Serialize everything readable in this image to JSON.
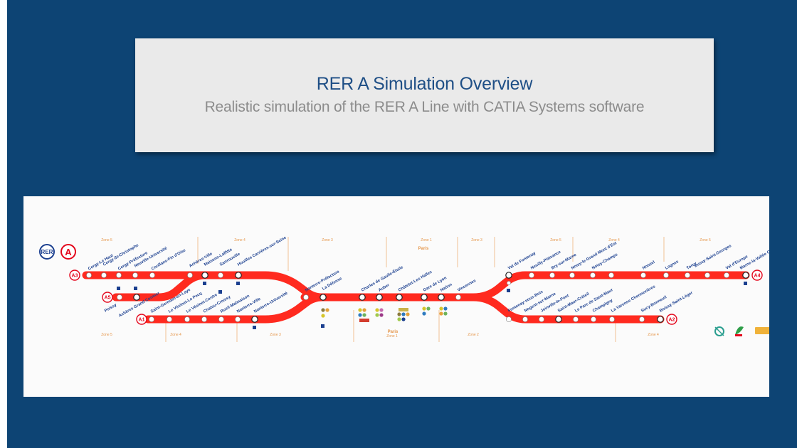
{
  "slide": {
    "title": "RER A Simulation Overview",
    "subtitle": "Realistic simulation of the RER A Line with CATIA Systems software"
  },
  "colors": {
    "background": "#0d4474",
    "line": "#ff2a1f",
    "line_logo": "#e3051b",
    "rer_logo": "#1b3f8f",
    "zone_text": "#e5964a"
  },
  "map": {
    "logo": {
      "rer": "RER",
      "line": "A"
    },
    "branches": {
      "a1": "A1",
      "a2": "A2",
      "a3": "A3",
      "a4": "A4",
      "a5": "A5"
    },
    "zones": [
      {
        "label": "Zone 5"
      },
      {
        "label": "Zone 4"
      },
      {
        "label": "Zone 3"
      },
      {
        "label": "Zone 1"
      },
      {
        "label": "Zone 3"
      },
      {
        "label": "Zone 5"
      },
      {
        "label": "Zone 4"
      },
      {
        "label": "Zone 5"
      },
      {
        "label": "Zone 5"
      },
      {
        "label": "Zone 4"
      },
      {
        "label": "Zone 3"
      },
      {
        "label": "Zone 1"
      },
      {
        "label": "Zone 2"
      },
      {
        "label": "Zone 4"
      }
    ],
    "paris_labels": [
      "Paris",
      "Paris"
    ],
    "a3_stations": [
      "Cergy-Le Haut",
      "Cergy-St-Christophe",
      "Cergy-Préfecture",
      "Neuville-Université",
      "Conflans-Fin d'Oise",
      "Achères-Ville",
      "Maisons-Laffitte",
      "Sartrouville",
      "Houilles Carrières-sur-Seine"
    ],
    "a5_stations": [
      "Poissy",
      "Achères Grand Cormier"
    ],
    "a1_stations": [
      "Saint-Germain-en-Laye",
      "Le Vésinet-Le Pecq",
      "Le Vésinet-Centre",
      "Chatou-Croissy",
      "Rueil-Malmaison",
      "Nanterre-Ville",
      "Nanterre-Université"
    ],
    "trunk_stations": [
      "Nanterre-Préfecture",
      "La Défense",
      "Charles de Gaulle-Étoile",
      "Auber",
      "Châtelet-Les Halles",
      "Gare de Lyon",
      "Nation",
      "Vincennes"
    ],
    "a4_stations": [
      "Val de Fontenay",
      "Neuilly-Plaisance",
      "Bry-sur-Marne",
      "Noisy-le-Grand Mont d'Est",
      "Noisy-Champs",
      "Noisiel",
      "Lognes",
      "Torcy",
      "Bussy-Saint-Georges",
      "Val d'Europe",
      "Marne-la-Vallée Chessy"
    ],
    "a2_stations": [
      "Fontenay-sous-Bois",
      "Nogent-sur-Marne",
      "Joinville-le-Pont",
      "Saint-Maur-Créteil",
      "Le Parc de Saint-Maur",
      "Champigny",
      "La Varenne Chennevières",
      "Sucy-Bonneuil",
      "Boissy-Saint-Léger"
    ]
  }
}
